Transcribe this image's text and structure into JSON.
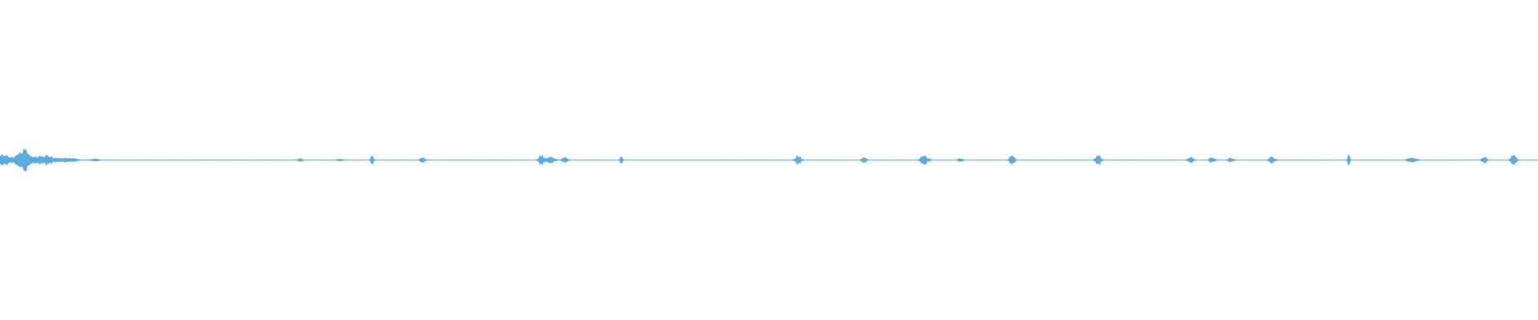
{
  "waveform": {
    "color": "#5aace0",
    "background": "#ffffff",
    "peak_scale": 14,
    "baseline_strength": 0.08,
    "noise_floor": 0.035,
    "events": [
      {
        "t": 0.0,
        "amp": 0.55,
        "width": 0.01
      },
      {
        "t": 0.015,
        "amp": 1.0,
        "width": 0.004
      },
      {
        "t": 0.028,
        "amp": 0.45,
        "width": 0.01
      },
      {
        "t": 0.045,
        "amp": 0.18,
        "width": 0.006
      },
      {
        "t": 0.062,
        "amp": 0.14,
        "width": 0.004
      },
      {
        "t": 0.195,
        "amp": 0.16,
        "width": 0.002
      },
      {
        "t": 0.221,
        "amp": 0.1,
        "width": 0.003
      },
      {
        "t": 0.242,
        "amp": 0.65,
        "width": 0.001
      },
      {
        "t": 0.275,
        "amp": 0.28,
        "width": 0.002
      },
      {
        "t": 0.352,
        "amp": 0.55,
        "width": 0.002
      },
      {
        "t": 0.358,
        "amp": 0.35,
        "width": 0.003
      },
      {
        "t": 0.367,
        "amp": 0.3,
        "width": 0.002
      },
      {
        "t": 0.404,
        "amp": 0.4,
        "width": 0.001
      },
      {
        "t": 0.519,
        "amp": 0.55,
        "width": 0.002
      },
      {
        "t": 0.562,
        "amp": 0.3,
        "width": 0.002
      },
      {
        "t": 0.601,
        "amp": 0.45,
        "width": 0.003
      },
      {
        "t": 0.624,
        "amp": 0.2,
        "width": 0.002
      },
      {
        "t": 0.658,
        "amp": 0.55,
        "width": 0.002
      },
      {
        "t": 0.714,
        "amp": 0.6,
        "width": 0.002
      },
      {
        "t": 0.774,
        "amp": 0.3,
        "width": 0.002
      },
      {
        "t": 0.788,
        "amp": 0.3,
        "width": 0.002
      },
      {
        "t": 0.8,
        "amp": 0.25,
        "width": 0.002
      },
      {
        "t": 0.827,
        "amp": 0.4,
        "width": 0.002
      },
      {
        "t": 0.877,
        "amp": 0.6,
        "width": 0.001
      },
      {
        "t": 0.918,
        "amp": 0.2,
        "width": 0.004
      },
      {
        "t": 0.965,
        "amp": 0.35,
        "width": 0.002
      },
      {
        "t": 0.984,
        "amp": 0.65,
        "width": 0.002
      }
    ]
  }
}
